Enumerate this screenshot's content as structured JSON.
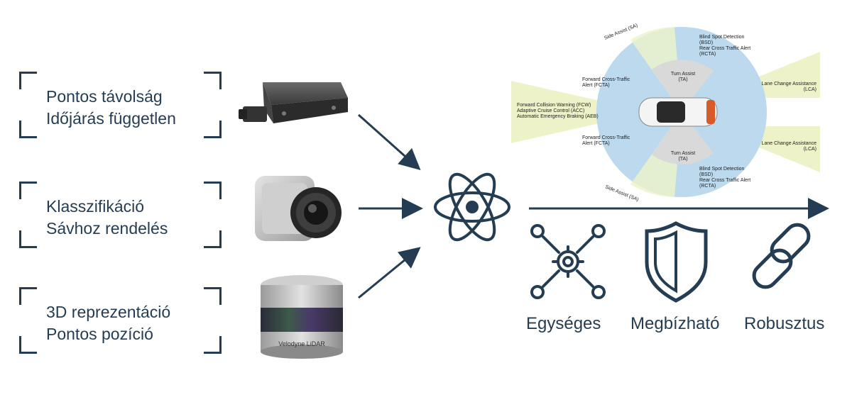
{
  "features": [
    {
      "line1": "Pontos távolság",
      "line2": "Időjárás független"
    },
    {
      "line1": "Klasszifikáció",
      "line2": "Sávhoz rendelés"
    },
    {
      "line1": "3D reprezentáció",
      "line2": "Pontos pozíció"
    }
  ],
  "sensors": {
    "radar": "radar-sensor",
    "camera": "camera-sensor",
    "lidar_brand": "Velodyne LiDAR"
  },
  "adas_zones": {
    "side_assist_top": "Side Assist (SA)",
    "side_assist_bottom": "Side Assist (SA)",
    "bsd_top_1": "Blind Spot Detection",
    "bsd_top_2": "(BSD)",
    "bsd_top_3": "Rear Cross Traffic Alert",
    "bsd_top_4": "(RCTA)",
    "bsd_bottom_1": "Blind Spot Detection",
    "bsd_bottom_2": "(BSD)",
    "bsd_bottom_3": "Rear Cross Traffic Alert",
    "bsd_bottom_4": "(RCTA)",
    "fcta_top_1": "Forward Cross-Traffic",
    "fcta_top_2": "Alert (FCTA)",
    "fcta_bottom_1": "Forward Cross-Traffic",
    "fcta_bottom_2": "Alert (FCTA)",
    "ta_top_1": "Turn Assist",
    "ta_top_2": "(TA)",
    "ta_bottom_1": "Turn Assist",
    "ta_bottom_2": "(TA)",
    "lca_top_1": "Lane Change Assistance",
    "lca_top_2": "(LCA)",
    "lca_bottom_1": "Lane Change Assistance",
    "lca_bottom_2": "(LCA)",
    "front_1": "Forward Collision Warning (FCW)",
    "front_2": "Adaptive Cruise Control (ACC)",
    "front_3": "Automatic Emergency Braking (AEB)"
  },
  "benefits": [
    "Egységes",
    "Megbízható",
    "Robusztus"
  ],
  "colors": {
    "primary": "#253d52",
    "zone_blue": "#bcd9ee",
    "zone_yellow": "#eef2c9"
  }
}
